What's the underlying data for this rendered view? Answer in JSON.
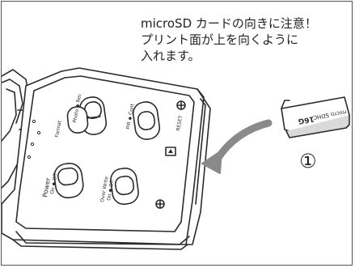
{
  "caption": {
    "line1": "microSD カードの向きに注意！",
    "line2": "プリント面が上を向くように",
    "line3": "入れます。"
  },
  "step_number": "①",
  "card_label": {
    "brand": "micro SDHC",
    "capacity": "16G"
  },
  "device_labels": {
    "photo_rec": "Photo ◆ Rec",
    "pir_cont": "PIR ◆ Cont",
    "reset": "RESET",
    "format": "Format",
    "power": "Power",
    "power_on_off": "On ◆ Off",
    "over_write": "Over Write",
    "over_write_on_off": "On ◆ Off"
  },
  "colors": {
    "outline": "#2b2b2b",
    "arrow": "#8a8a8a",
    "card_gray": "#d9d9d9"
  }
}
